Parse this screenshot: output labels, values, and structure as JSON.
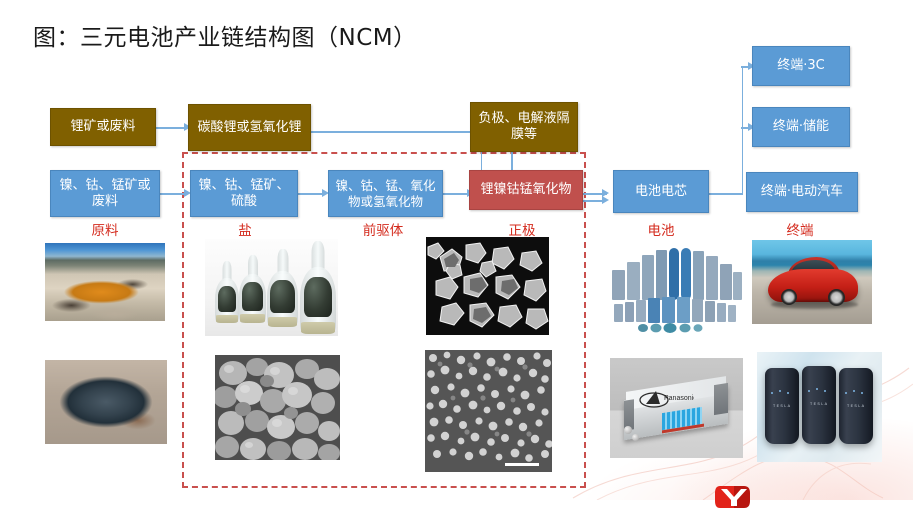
{
  "title": "图：三元电池产业链结构图（NCM）",
  "colors": {
    "olive": "#806000",
    "blue": "#5b9bd5",
    "red_box": "#c0504d",
    "dashed_border": "#c9504e",
    "caption": "#d42b1e",
    "connector": "#7bafdd"
  },
  "nodes": {
    "lithium_ore": "锂矿或废料",
    "lithium_carbonate": "碳酸锂或氢氧化锂",
    "anode_electrolyte": "负极、电解液隔膜等",
    "ncm_ore": "镍、钴、锰矿或废料",
    "ncm_sulfate": "镍、钴、锰矿、硫酸",
    "ncm_oxide": "镍、钴、锰、氧化物或氢氧化物",
    "lncm_oxide": "锂镍钴锰氧化物",
    "battery_cell": "电池电芯",
    "terminal_3c": "终端·3C",
    "terminal_ess": "终端·储能",
    "terminal_ev": "终端·电动汽车"
  },
  "captions": {
    "raw_material": "原料",
    "salt": "盐",
    "precursor": "前驱体",
    "cathode": "正极",
    "battery": "电池",
    "terminal": "终端"
  },
  "photos": {
    "brine_lake": "salt-brine-lake-photo",
    "black_ore": "black-ore-rock-photo",
    "powder_jars": "powder-sample-jars-photo",
    "sem_precursor": "sem-precursor-particles-photo",
    "sem_cathode": "sem-cathode-particles-photo",
    "sem_fine_powder": "sem-fine-powder-photo",
    "battery_cells": "battery-cells-lineup-photo",
    "electric_car": "red-electric-car-photo",
    "battery_module": "panasonic-battery-module-photo",
    "powerwall": "tesla-powerwall-units-photo"
  }
}
